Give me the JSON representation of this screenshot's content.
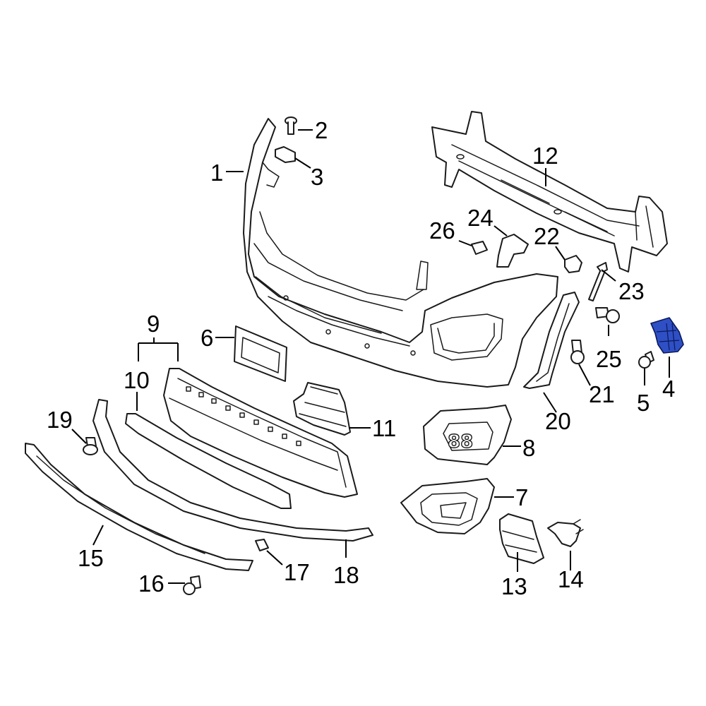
{
  "diagram": {
    "highlight_color": "#2f4fc4",
    "callouts": [
      {
        "id": "1",
        "part": "bumper-cover"
      },
      {
        "id": "2",
        "part": "screw"
      },
      {
        "id": "3",
        "part": "clip"
      },
      {
        "id": "4",
        "part": "bracket"
      },
      {
        "id": "5",
        "part": "screw"
      },
      {
        "id": "6",
        "part": "license-bracket"
      },
      {
        "id": "7",
        "part": "fog-lamp-bezel"
      },
      {
        "id": "8",
        "part": "fog-lamp-bezel"
      },
      {
        "id": "9",
        "part": "grille-assembly"
      },
      {
        "id": "10",
        "part": "grille-molding"
      },
      {
        "id": "11",
        "part": "sensor-bracket"
      },
      {
        "id": "12",
        "part": "impact-bar"
      },
      {
        "id": "13",
        "part": "sensor"
      },
      {
        "id": "14",
        "part": "sensor"
      },
      {
        "id": "15",
        "part": "lower-trim"
      },
      {
        "id": "16",
        "part": "bolt"
      },
      {
        "id": "17",
        "part": "clip"
      },
      {
        "id": "18",
        "part": "molding"
      },
      {
        "id": "19",
        "part": "bolt"
      },
      {
        "id": "20",
        "part": "side-bracket"
      },
      {
        "id": "21",
        "part": "bolt"
      },
      {
        "id": "22",
        "part": "clip"
      },
      {
        "id": "23",
        "part": "pin"
      },
      {
        "id": "24",
        "part": "bracket"
      },
      {
        "id": "25",
        "part": "bolt"
      },
      {
        "id": "26",
        "part": "nut"
      }
    ]
  }
}
